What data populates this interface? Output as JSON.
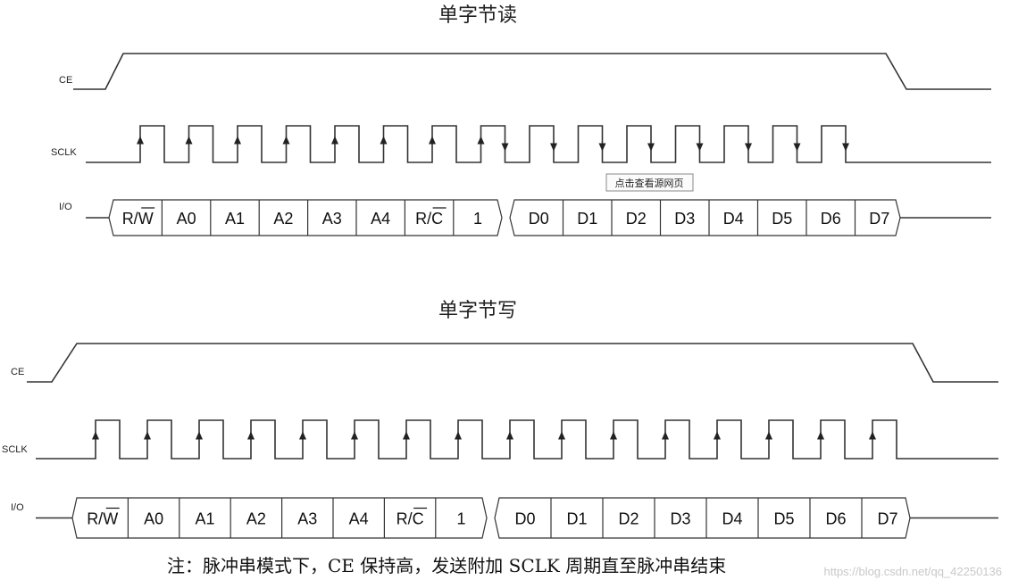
{
  "read": {
    "title": "单字节读",
    "labels": {
      "ce": "CE",
      "sclk": "SCLK",
      "io": "I/O"
    },
    "cmd_cells": [
      "R/W",
      "A0",
      "A1",
      "A2",
      "A3",
      "A4",
      "R/C",
      "1"
    ],
    "data_cells": [
      "D0",
      "D1",
      "D2",
      "D3",
      "D4",
      "D5",
      "D6",
      "D7"
    ],
    "tooltip": "点击查看源网页"
  },
  "write": {
    "title": "单字节写",
    "labels": {
      "ce": "CE",
      "sclk": "SCLK",
      "io": "I/O"
    },
    "cmd_cells": [
      "R/W",
      "A0",
      "A1",
      "A2",
      "A3",
      "A4",
      "R/C",
      "1"
    ],
    "data_cells": [
      "D0",
      "D1",
      "D2",
      "D3",
      "D4",
      "D5",
      "D6",
      "D7"
    ]
  },
  "note": "注：脉冲串模式下，CE 保持高，发送附加 SCLK 周期直至脉冲串结束",
  "watermark": "https://blog.csdn.net/qq_42250136",
  "colors": {
    "line": "#333333",
    "background": "#ffffff"
  },
  "icons": {
    "rising_edge": "up-arrow-icon",
    "falling_edge": "down-arrow-icon"
  }
}
